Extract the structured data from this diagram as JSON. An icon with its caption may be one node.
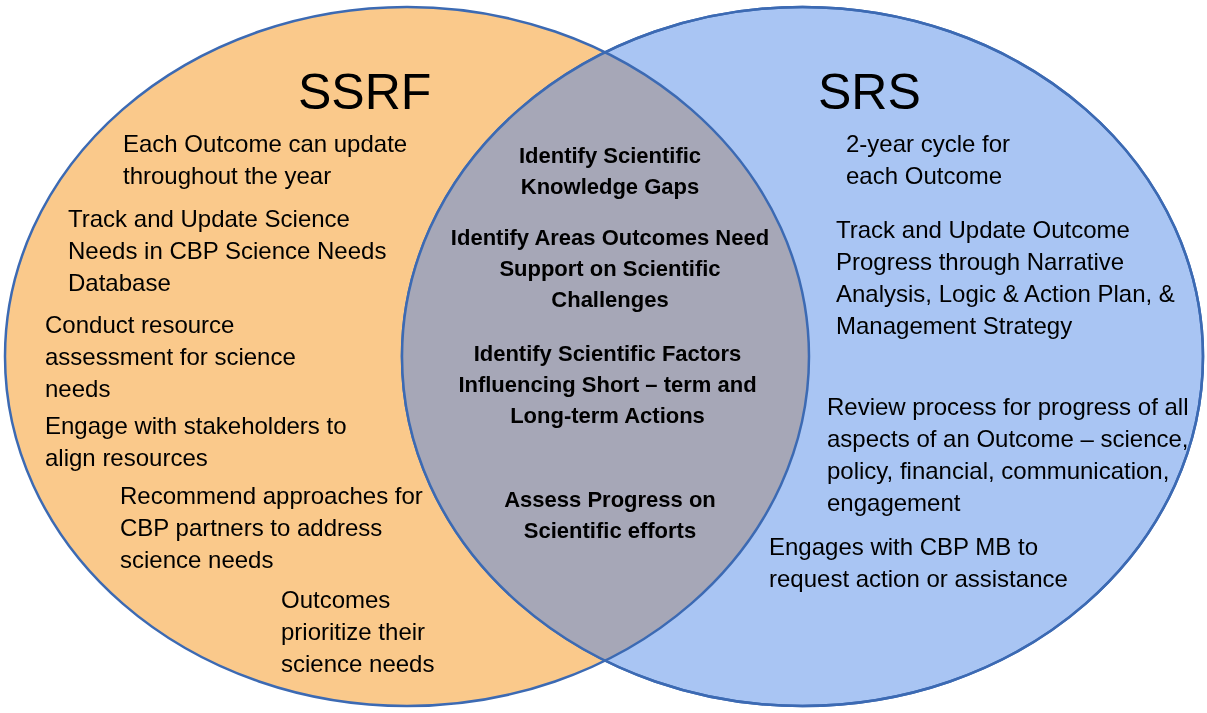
{
  "diagram": {
    "nodes": [
      {
        "text": [
          "SSRF",
          "Each Outcome can update throughout the year",
          "Track and Update Science Needs in CBP Science Needs Database",
          "Conduct resource assessment for science needs",
          "Engage with stakeholders to align resources",
          "Recommend approaches for CBP partners to address science needs",
          "Outcomes prioritize their science needs"
        ]
      },
      {
        "text": [
          "SRS",
          "2-year cycle for each Outcome",
          "Track and Update Outcome Progress through Narrative Analysis, Logic & Action Plan, & Management Strategy",
          "Review process for progress of all aspects of an Outcome – science, policy, financial, communication, engagement",
          "Engages with CBP MB to request action or assistance"
        ]
      }
    ],
    "labels": [
      "Identify Scientific Knowledge Gaps",
      "Identify Areas Outcomes Need Support on Scientific Challenges",
      "Identify Scientific Factors Influencing Short – term and Long-term Actions",
      "Assess Progress on Scientific efforts"
    ]
  }
}
